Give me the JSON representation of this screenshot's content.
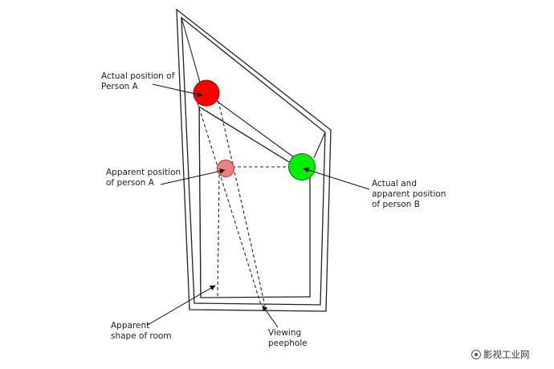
{
  "labels": {
    "actual_a": [
      "Actual position of",
      "Person A"
    ],
    "apparent_a": [
      "Apparent position",
      "of person A"
    ],
    "person_b": [
      "Actual and",
      "apparent position",
      "of person B"
    ],
    "room": [
      "Apparent",
      "shape of room"
    ],
    "peephole": [
      "Viewing",
      "peephole"
    ]
  },
  "watermark": "影视工业网",
  "colors": {
    "person_a_actual": "#ff0000",
    "person_a_apparent": "#f08080",
    "person_b": "#00ee00",
    "line": "#222222"
  }
}
